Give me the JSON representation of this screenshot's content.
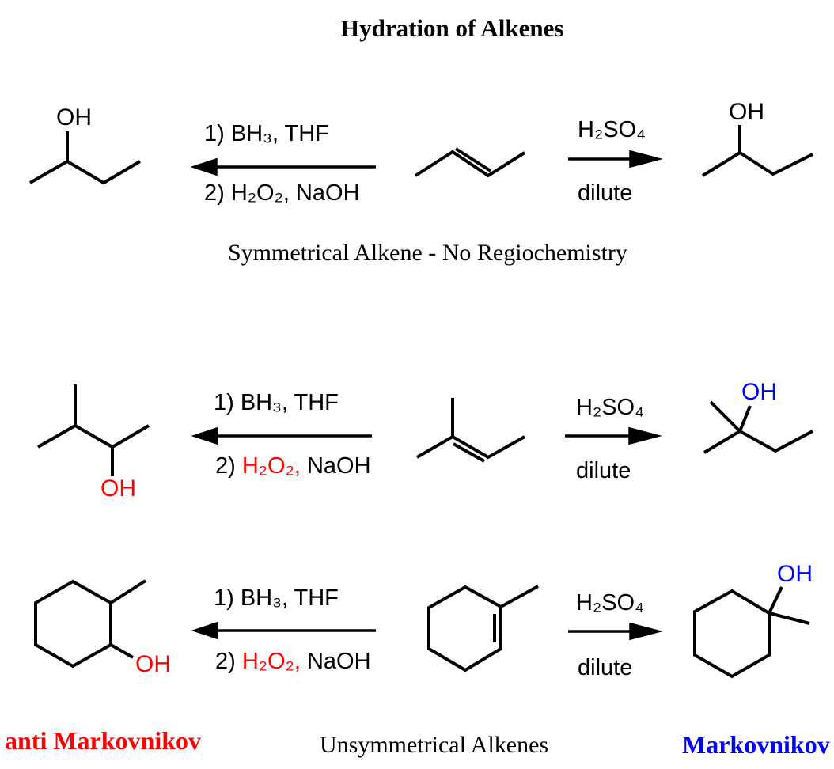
{
  "title": "Hydration of Alkenes",
  "reagents": {
    "hydroboration_line1": "1) BH₃, THF",
    "hydroboration_line2_prefix": "2) ",
    "hydroboration_line2_peroxide": "H₂O₂,",
    "hydroboration_line2_suffix": " NaOH",
    "acid": "H₂SO₄",
    "acid_condition": "dilute"
  },
  "labels": {
    "hydroxyl": "OH",
    "row1_caption": "Symmetrical Alkene - No Regiochemistry",
    "anti_markovnikov": "anti Markovnikov",
    "unsymmetrical": "Unsymmetrical Alkenes",
    "markovnikov": "Markovnikov"
  },
  "colors": {
    "anti_markovnikov_red": "#ff0000",
    "markovnikov_blue": "#0000ff",
    "bond_black": "#000000"
  }
}
